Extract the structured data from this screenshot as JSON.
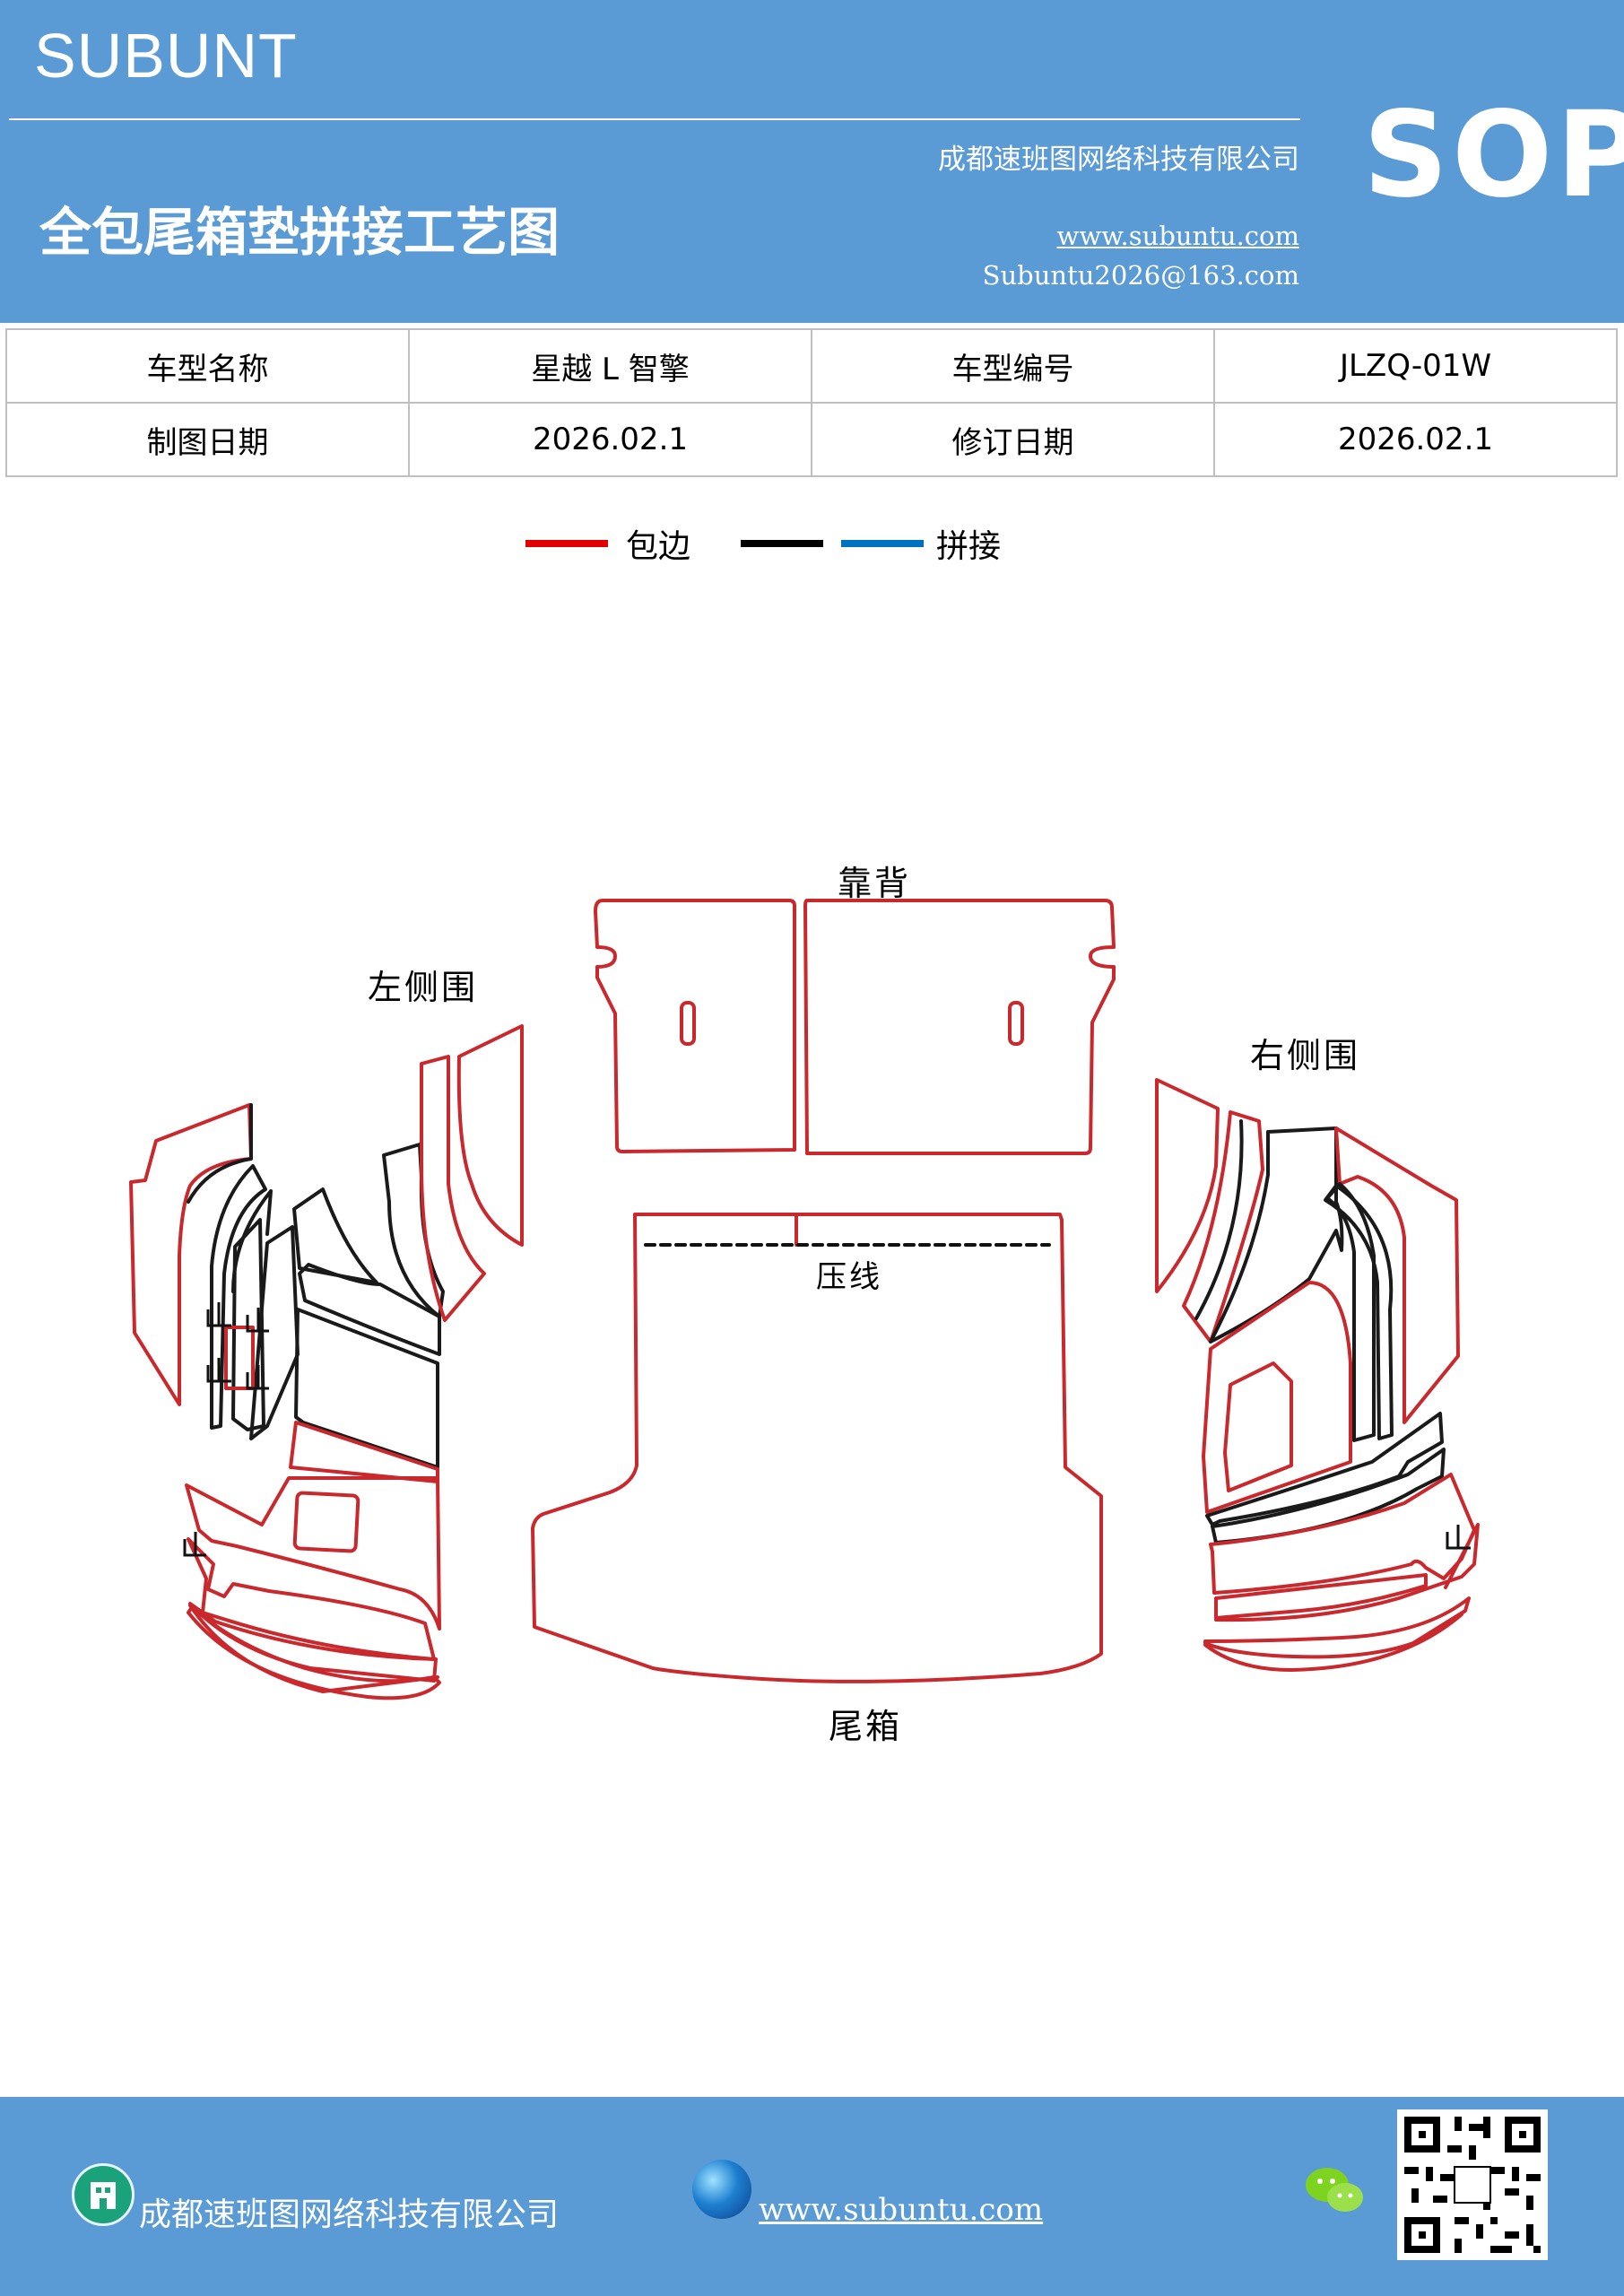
{
  "header": {
    "brand": "SUBUNT",
    "company": "成都速班图网络科技有限公司",
    "title": "全包尾箱垫拼接工艺图",
    "website": "www.subuntu.com",
    "email": "Subuntu2026@163.com",
    "badge": "SOP",
    "background_color": "#5b9bd5"
  },
  "info_table": {
    "rows": [
      [
        "车型名称",
        "星越 L 智擎",
        "车型编号",
        "JLZQ-01W"
      ],
      [
        "制图日期",
        "2026.02.1",
        "修订日期",
        "2026.02.1"
      ]
    ]
  },
  "legend": [
    {
      "color": "#e00000",
      "label": "包边"
    },
    {
      "color": "#000000",
      "label": ""
    },
    {
      "color": "#0070c0",
      "label": "拼接"
    }
  ],
  "diagram": {
    "labels": {
      "backrest": "靠背",
      "left_side": "左侧围",
      "right_side": "右侧围",
      "press_line": "压线",
      "trunk": "尾箱"
    },
    "marks": [
      "止",
      "止",
      "止",
      "止",
      "止",
      "止"
    ],
    "colors": {
      "edge": "#c9282d",
      "outline": "#1a1a1a"
    }
  },
  "footer": {
    "company": "成都速班图网络科技有限公司",
    "website": "www.subuntu.com",
    "icons": [
      "building-icon",
      "globe-icon",
      "wechat-icon",
      "qr-code"
    ],
    "background_color": "#5b9bd5"
  }
}
